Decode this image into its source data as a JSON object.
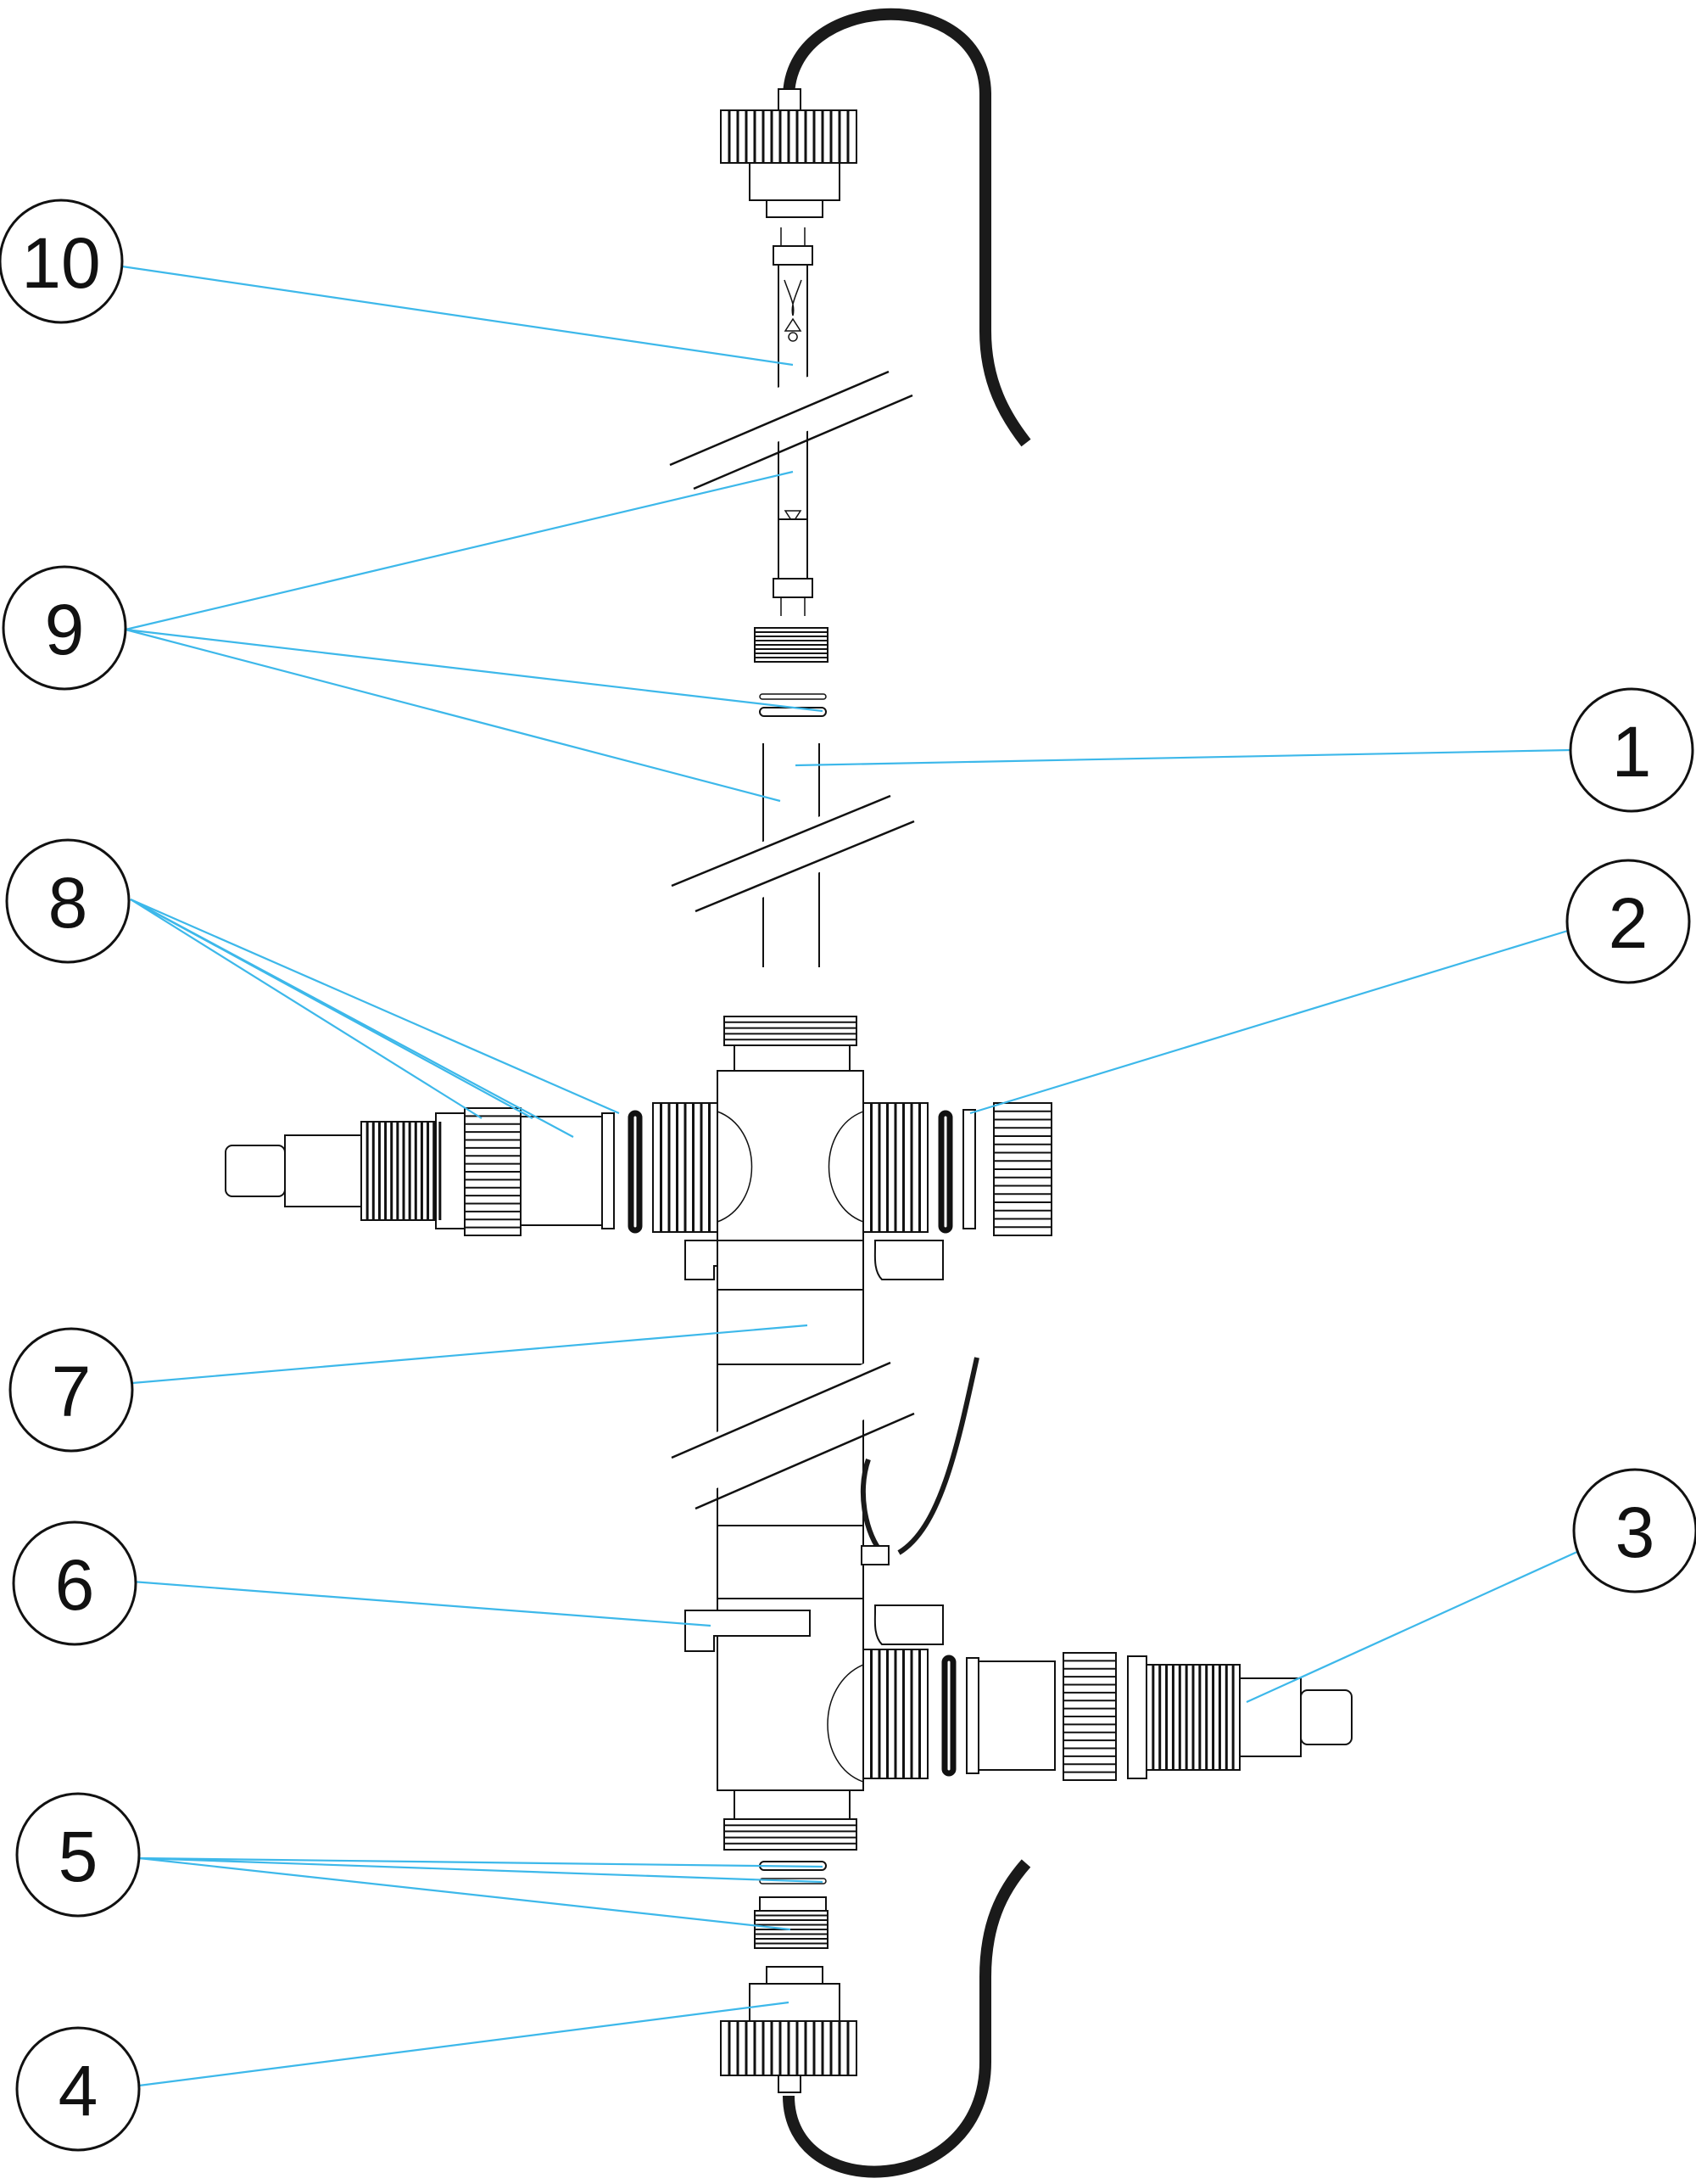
{
  "diagram": {
    "callouts": [
      {
        "id": "10",
        "label": "10"
      },
      {
        "id": "9",
        "label": "9"
      },
      {
        "id": "1",
        "label": "1"
      },
      {
        "id": "8",
        "label": "8"
      },
      {
        "id": "2",
        "label": "2"
      },
      {
        "id": "7",
        "label": "7"
      },
      {
        "id": "3",
        "label": "3"
      },
      {
        "id": "6",
        "label": "6"
      },
      {
        "id": "5",
        "label": "5"
      },
      {
        "id": "4",
        "label": "4"
      }
    ],
    "colors": {
      "leader": "#3db8ea",
      "outline": "#111111",
      "background": "#ffffff"
    }
  }
}
